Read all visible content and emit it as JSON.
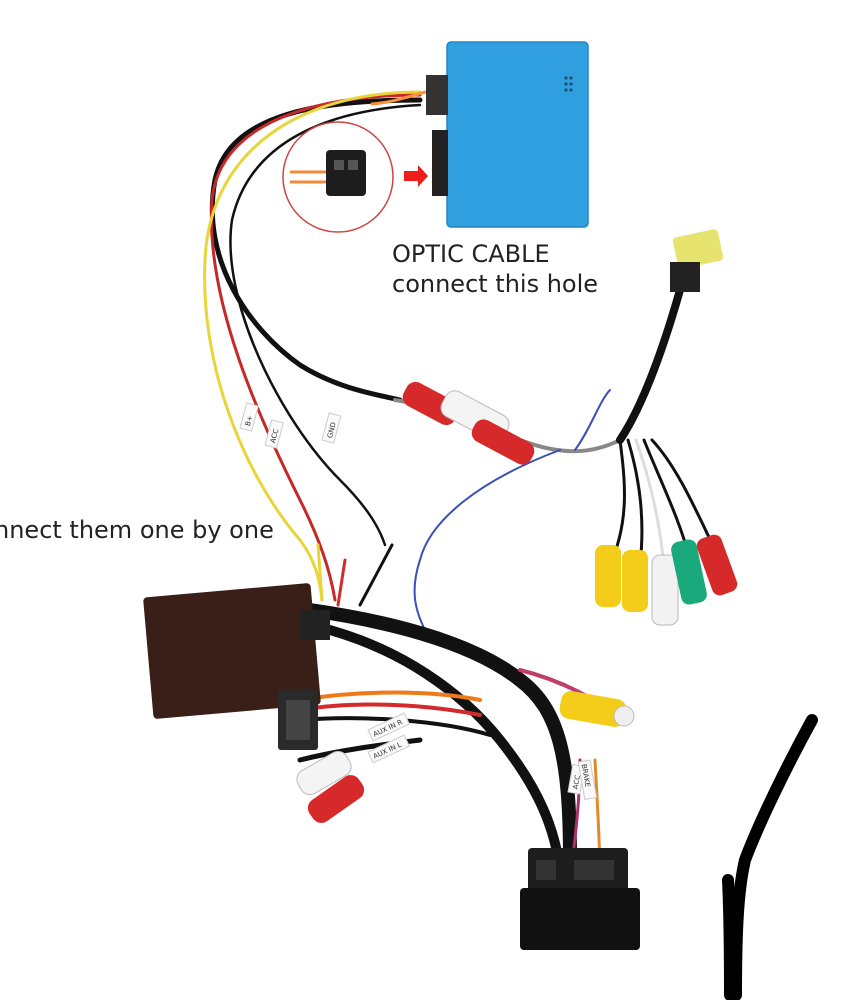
{
  "captions": {
    "optic_title": "OPTIC CABLE",
    "optic_sub": "connect this hole",
    "connect_label": "nnect them one by one"
  },
  "wire_tags": {
    "plus": "B+",
    "acc": "ACC",
    "gnd": "GND",
    "acc2": "ACC",
    "brake": "BRAKE",
    "aux_r": "AUX IN R",
    "aux_l": "AUX IN L"
  },
  "colors": {
    "blue_box": "#2f9fe0",
    "black_box": "#3a1f19",
    "yellow_wire": "#e8d53a",
    "red_wire": "#d32b2b",
    "black_wire": "#111111",
    "rca_red": "#d62a2a",
    "rca_yellow": "#f4cc1a",
    "rca_green": "#19a97a",
    "rca_white": "#f4f4f4",
    "arrow": "#ee1c1c"
  }
}
